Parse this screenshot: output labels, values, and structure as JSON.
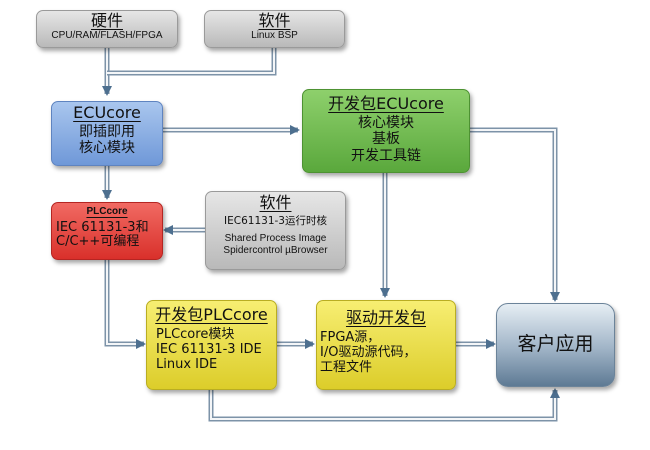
{
  "diagram": {
    "nodes": {
      "hardware": {
        "title": "硬件",
        "lines": [
          "CPU/RAM/FLASH/FPGA"
        ],
        "color": "#c8c8c8"
      },
      "software_bsp": {
        "title": "软件",
        "lines": [
          "Linux BSP"
        ],
        "color": "#c8c8c8"
      },
      "ecucore": {
        "title": "ECUcore",
        "lines": [
          "即插即用",
          "核心模块"
        ],
        "color": "#8bb0e3"
      },
      "ecucore_devkit": {
        "title": "开发包ECUcore",
        "lines": [
          "核心模块",
          "基板",
          "开发工具链"
        ],
        "color": "#74bc52"
      },
      "plccore": {
        "title": "PLCcore",
        "lines": [
          "IEC 61131-3和",
          "C/C++可编程"
        ],
        "color": "#e44a44"
      },
      "software_runtime": {
        "title": "软件",
        "lines": [
          "IEC61131-3运行时核",
          "Shared Process Image",
          "Spidercontrol µBrowser"
        ],
        "color": "#c8c8c8"
      },
      "plccore_devkit": {
        "title": "开发包PLCcore",
        "lines": [
          "PLCcore模块",
          "IEC 61131-3 IDE",
          "Linux IDE"
        ],
        "color": "#ebe04c"
      },
      "driver_devkit": {
        "title": "驱动开发包",
        "lines": [
          "FPGA源，",
          "I/O驱动源代码，",
          "工程文件"
        ],
        "color": "#ebe04c"
      },
      "customer_app": {
        "title": "客户应用",
        "color": "#8aa3ba"
      }
    },
    "edges": [
      {
        "from": "hardware",
        "to": "ecucore"
      },
      {
        "from": "software_bsp",
        "to": "ecucore"
      },
      {
        "from": "ecucore",
        "to": "ecucore_devkit"
      },
      {
        "from": "ecucore",
        "to": "plccore"
      },
      {
        "from": "software_runtime",
        "to": "plccore"
      },
      {
        "from": "ecucore_devkit",
        "to": "driver_devkit"
      },
      {
        "from": "ecucore_devkit",
        "to": "customer_app"
      },
      {
        "from": "plccore",
        "to": "plccore_devkit"
      },
      {
        "from": "plccore_devkit",
        "to": "driver_devkit"
      },
      {
        "from": "driver_devkit",
        "to": "customer_app"
      },
      {
        "from": "plccore_devkit",
        "to": "customer_app"
      }
    ],
    "wire_color": "#4d6f8f"
  }
}
